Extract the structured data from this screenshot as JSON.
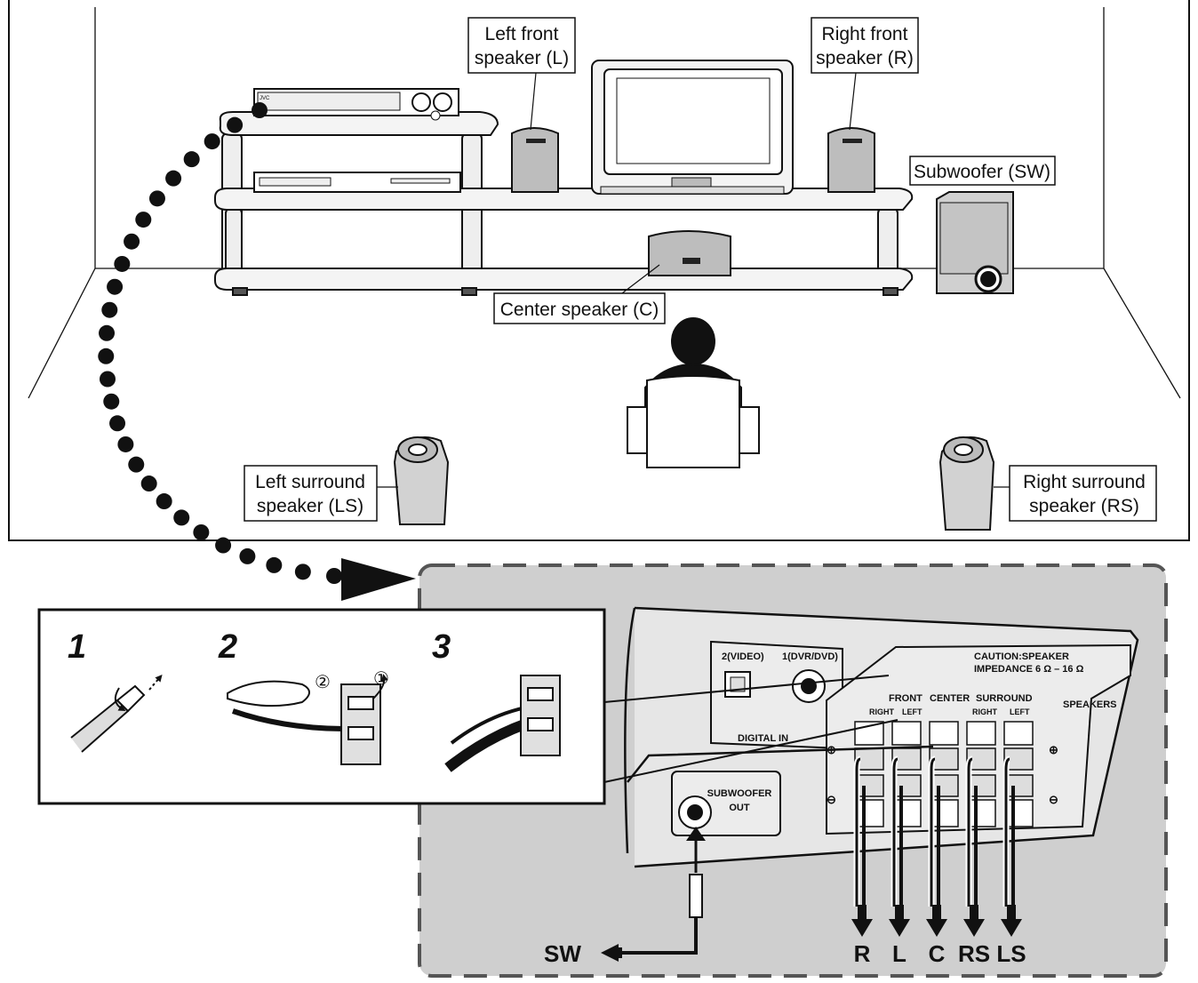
{
  "room_labels": {
    "left_front": [
      "Left front",
      "speaker (L)"
    ],
    "right_front": [
      "Right front",
      "speaker (R)"
    ],
    "subwoofer": "Subwoofer (SW)",
    "center": "Center speaker (C)",
    "left_surround": [
      "Left surround",
      "speaker (LS)"
    ],
    "right_surround": [
      "Right surround",
      "speaker (RS)"
    ]
  },
  "brand": "JVC",
  "steps": [
    "1",
    "2",
    "3"
  ],
  "step_marks": [
    "②",
    "①"
  ],
  "panel": {
    "caution": [
      "CAUTION:SPEAKER",
      "IMPEDANCE 6 Ω – 16 Ω"
    ],
    "video_label": "2(VIDEO)",
    "dvr_label": "1(DVR/DVD)",
    "digital_in": "DIGITAL IN",
    "front": "FRONT",
    "center": "CENTER",
    "surround": "SURROUND",
    "right": "RIGHT",
    "left": "LEFT",
    "speakers": "SPEAKERS",
    "plus": "⊕",
    "minus": "⊖",
    "subwoofer_out": [
      "SUBWOOFER",
      "OUT"
    ]
  },
  "outputs": [
    "R",
    "L",
    "C",
    "RS",
    "LS"
  ],
  "sw_output": "SW"
}
